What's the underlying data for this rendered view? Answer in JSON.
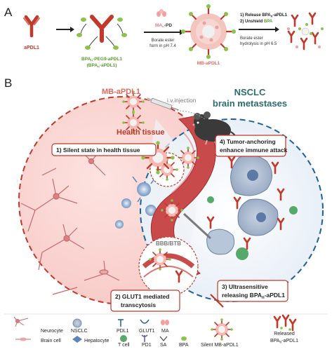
{
  "panel_a": {
    "label": "A",
    "apdl1": "aPDL1",
    "conjugate_line1": "BPA",
    "conjugate_line1_sub": "n",
    "conjugate_line1_rest": "-PEG9-aPDL1",
    "conjugate_line2": "(BPA",
    "conjugate_line2_sub": "n",
    "conjugate_line2_rest": "-aPDL1)",
    "ma_pd": "MA",
    "ma_pd_sub": "n",
    "ma_pd_rest": "-PD",
    "borate_form_1": "Borate ester",
    "borate_form_2": "form in pH 7.4",
    "mb_apdl1": "MB-aPDL1",
    "release_1a": "1) Release BPA",
    "release_1b": "n",
    "release_1c": "-aPDL1",
    "release_2a": "2) Unshield ",
    "release_2b": "BPA",
    "hydrolysis_1": "Borate ester",
    "hydrolysis_2": "hydrolysis in pH 6.5"
  },
  "panel_b": {
    "label": "B",
    "mb_apdl1": "MB-aPDL1",
    "iv_injection": "i.v.injection",
    "nsclc_1": "NSCLC",
    "nsclc_2": "brain metastases",
    "health_tissue": "Health tissue",
    "step1": "1)  Silent state in health tissue",
    "step4_1": "4) Tumor-anchoring",
    "step4_2": "enhance immune attack",
    "bbb": "BBB/BTB",
    "step2_1": "2) GLUT1 mediated",
    "step2_2": "transcytosis",
    "step3_1": "3) Ultrasensitive",
    "step3_2a": "releasing BPA",
    "step3_2b": "n",
    "step3_2c": "-aPDL1"
  },
  "legend": {
    "neurocyte": "Neurocyte",
    "brain_cell": "Brain cell",
    "nsclc": "NSCLC",
    "hepatocyte": "Hepatocyte",
    "pdl1": "PDL1",
    "t_cell": "T cell",
    "glut1": "GLUT1",
    "pd1": "PD1",
    "ma": "MA",
    "sa": "SA",
    "bpa": "BPA",
    "silent": "Silent MB-aPDL1",
    "released_1": "Released",
    "released_2a": "BPA",
    "released_2b": "n",
    "released_2c": "-aPDL1"
  },
  "colors": {
    "antibody": "#c0392b",
    "bpa_green": "#8bc34a",
    "ma_pink": "#f2a0a0",
    "health_border": "#c0392b",
    "tumor_border": "#1f5f9a",
    "vessel": "#c94a4a",
    "nsclc_title": "#2b6e6e"
  }
}
